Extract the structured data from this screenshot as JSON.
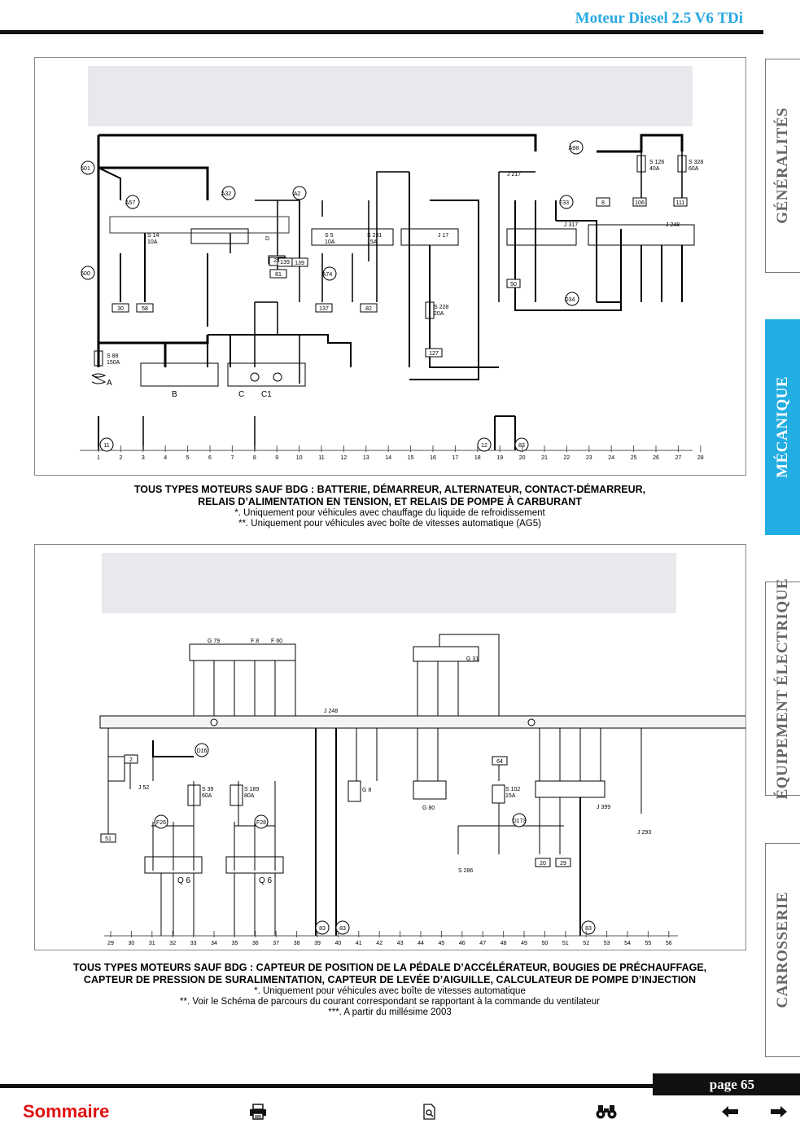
{
  "header": {
    "title": "Moteur Diesel 2.5 V6 TDi"
  },
  "diagram1": {
    "caption_title_1": "TOUS TYPES MOTEURS SAUF BDG : BATTERIE, DÉMARREUR, ALTERNATEUR, CONTACT-DÉMARREUR,",
    "caption_title_2": "RELAIS D’ALIMENTATION EN TENSION, ET RELAIS DE POMPE À CARBURANT",
    "note_1": "*. Uniquement pour véhicules avec chauffage du liquide de refroidissement",
    "note_2": "**. Uniquement pour véhicules avec boîte de vitesses automatique (AG5)",
    "ground_numbers": [
      "1",
      "2",
      "3",
      "4",
      "5",
      "6",
      "7",
      "8",
      "9",
      "10",
      "11",
      "12",
      "13",
      "14",
      "15",
      "16",
      "17",
      "18",
      "19",
      "20",
      "21",
      "22",
      "23",
      "24",
      "25",
      "26",
      "27",
      "28"
    ],
    "components": {
      "battery": "A",
      "starter": "B",
      "alternator": "C",
      "alt_reg": "C1",
      "ignition": "D",
      "s14": "S 14",
      "s14_a": "10A",
      "s5": "S 5",
      "s5_a": "10A",
      "s231": "S 231",
      "s231_a": "15A",
      "s88": "S 88",
      "s88_a": "150A",
      "s228": "S 228",
      "s228_a": "20A",
      "s126": "S 126",
      "s126_a": "40A",
      "s328": "S 328",
      "s328_a": "60A",
      "j17": "J 17",
      "j317": "J 317",
      "j217": "J 217",
      "j248": "J 248",
      "a98": "A98",
      "a57": "A57",
      "a32": "A32",
      "a2": "A2",
      "a74": "A74",
      "d34": "D34",
      "f33": "F33",
      "c501": "501",
      "c500": "500",
      "c11": "11",
      "c12": "12",
      "c83": "83"
    },
    "refs": {
      "r30": "30",
      "r58": "58",
      "r81": "81",
      "r139a": "139",
      "r139b": "139",
      "r24": "24",
      "r137": "137",
      "r82": "82",
      "r127": "127",
      "r50": "50",
      "r8": "8",
      "r106": "106",
      "r111": "111"
    }
  },
  "diagram2": {
    "caption_title_1": "TOUS TYPES MOTEURS SAUF BDG : CAPTEUR DE POSITION DE LA PÉDALE D’ACCÉLÉRATEUR, BOUGIES DE PRÉCHAUFFAGE,",
    "caption_title_2": "CAPTEUR DE PRESSION DE SURALIMENTATION, CAPTEUR DE LEVÉE D’AIGUILLE, CALCULATEUR DE POMPE D’INJECTION",
    "note_1": "*. Uniquement pour véhicules avec boîte de vitesses automatique",
    "note_2": "**. Voir le Schéma de parcours du courant correspondant se rapportant à la commande du ventilateur",
    "note_3": "***. A partir du millésime 2003",
    "ground_numbers": [
      "29",
      "30",
      "31",
      "32",
      "33",
      "34",
      "35",
      "36",
      "37",
      "38",
      "39",
      "40",
      "41",
      "42",
      "43",
      "44",
      "45",
      "46",
      "47",
      "48",
      "49",
      "50",
      "51",
      "52",
      "53",
      "54",
      "55",
      "56"
    ],
    "components": {
      "g79": "G 79",
      "f8": "F 8",
      "f60": "F 60",
      "g31": "G 31",
      "j248": "J 248",
      "j52": "J 52",
      "g80": "G 80",
      "g8": "G 8",
      "j399": "J 399",
      "j293": "J 293",
      "d16": "D16",
      "f26": "F26",
      "f28": "F28",
      "q6a": "Q 6",
      "q6b": "Q 6",
      "s39": "S 39",
      "s39_a": "60A",
      "s189": "S 189",
      "s189_a": "80A",
      "s102": "S 102",
      "s102_a": "15A",
      "s286": "S 286",
      "d173": "D173",
      "c83a": "83",
      "c83b": "83",
      "c83c": "83"
    },
    "refs": {
      "r51": "51",
      "r20": "20",
      "r29": "29",
      "r64": "64",
      "r2": "2"
    }
  },
  "sidebar": {
    "tabs": [
      {
        "label": "GÉNÉRALITÉS",
        "active": false
      },
      {
        "label": "MÉCANIQUE",
        "active": true
      },
      {
        "label": "ÉQUIPEMENT ÉLECTRIQUE",
        "active": false
      },
      {
        "label": "CARROSSERIE",
        "active": false
      }
    ]
  },
  "footer": {
    "page_label": "page 65",
    "sommaire": "Sommaire",
    "icons": [
      "printer-icon",
      "zoom-page-icon",
      "binoculars-icon",
      "arrow-left-icon",
      "arrow-right-icon"
    ]
  },
  "colors": {
    "accent": "#22aee3",
    "header_title": "#29a9e0",
    "sommaire": "#e01010"
  }
}
